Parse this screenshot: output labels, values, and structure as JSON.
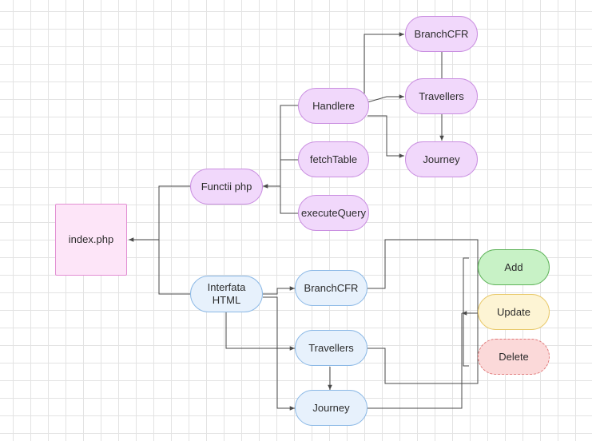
{
  "nodes": {
    "index": "index.php",
    "functii": "Functii php",
    "interfata": "Interfata\nHTML",
    "handlere": "Handlere",
    "fetch_table": "fetchTable",
    "execute_query": "executeQuery",
    "branch_top": "BranchCFR",
    "travellers_top": "Travellers",
    "journey_top": "Journey",
    "branch_bottom": "BranchCFR",
    "travellers_bottom": "Travellers",
    "journey_bottom": "Journey",
    "add": "Add",
    "update": "Update",
    "delete": "Delete"
  },
  "colors": {
    "purple_fill": "#f1d8fb",
    "blue_fill": "#e7f1fc",
    "green_fill": "#c8f2c6",
    "yellow_fill": "#fdf4d4",
    "red_fill": "#fbd9d9",
    "index_fill": "#fde5f8",
    "connector": "#4a4a4a"
  }
}
